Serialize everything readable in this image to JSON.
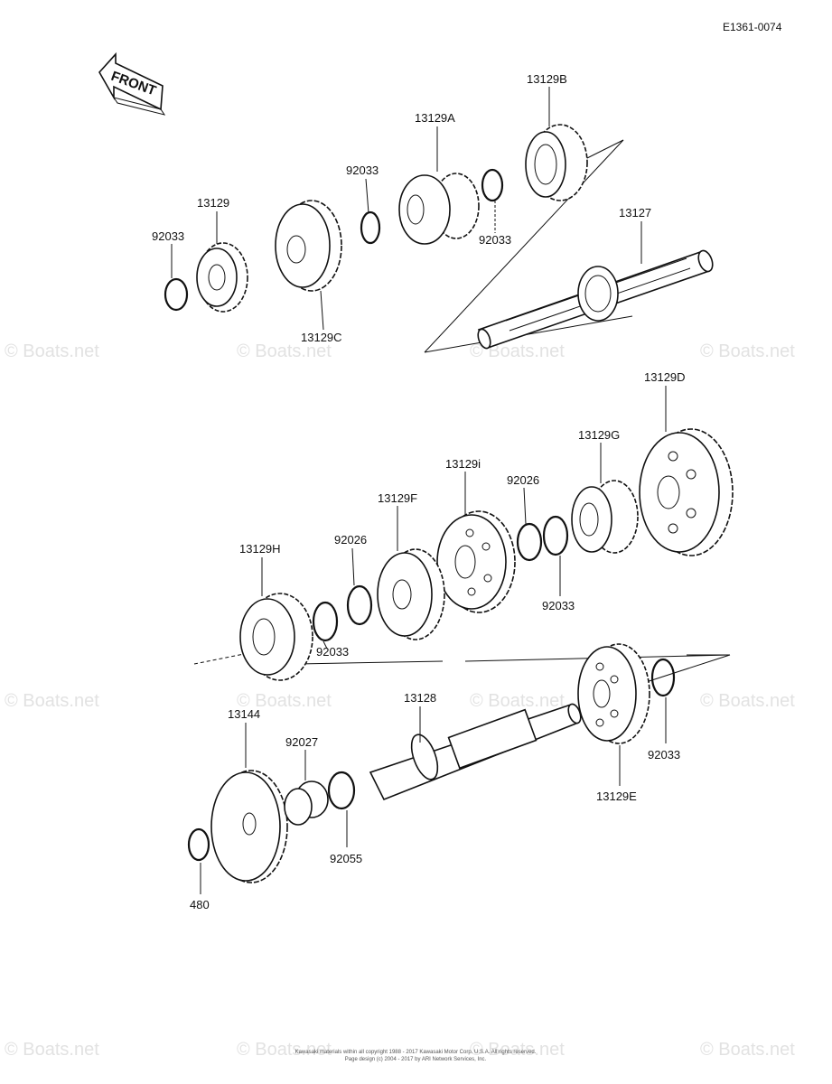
{
  "diagram_code": "E1361-0074",
  "front_label": "FRONT",
  "watermark": "© Boats.net",
  "footer": {
    "line1": "Kawasaki materials within all copyright 1988 - 2017 Kawasaki Motor Corp. U.S.A. All rights reserved.",
    "line2": "Page design (c) 2004 - 2017 by ARI Network Services, Inc."
  },
  "parts": {
    "p13129": "13129",
    "p13129A": "13129A",
    "p13129B": "13129B",
    "p13129C": "13129C",
    "p13129D": "13129D",
    "p13129E": "13129E",
    "p13129F": "13129F",
    "p13129G": "13129G",
    "p13129H": "13129H",
    "p13129i": "13129i",
    "p13127": "13127",
    "p13128": "13128",
    "p13144": "13144",
    "p92033": "92033",
    "p92026": "92026",
    "p92027": "92027",
    "p92055": "92055",
    "p480": "480"
  }
}
